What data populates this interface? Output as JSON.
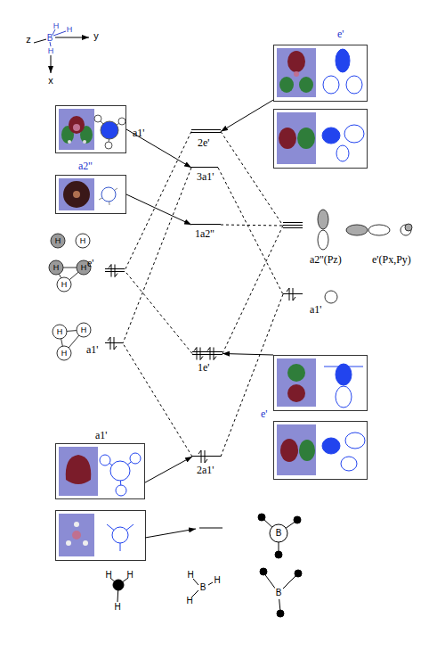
{
  "diagram": {
    "nodes": [
      {
        "text": [
          "e'"
        ]
      },
      {
        "text": [
          "a1'"
        ]
      },
      {
        "text": [
          "2e'"
        ]
      },
      {
        "text": [
          "3a1'"
        ]
      },
      {
        "text": [
          "a2''"
        ]
      },
      {
        "text": [
          "1a2''"
        ]
      },
      {
        "text": [
          "a2''(Pz)",
          "e'(Px,Py)"
        ]
      },
      {
        "text": [
          "e'"
        ]
      },
      {
        "text": [
          "a1'"
        ]
      },
      {
        "text": [
          "a1'"
        ]
      },
      {
        "text": [
          "1e'"
        ]
      },
      {
        "text": [
          "e'"
        ]
      },
      {
        "text": [
          "a1'"
        ]
      },
      {
        "text": [
          "2a1'"
        ]
      }
    ],
    "edges": [
      {
        "from": 0,
        "to": 2,
        "arrow": "to"
      },
      {
        "from": 1,
        "to": 3,
        "arrow": "to"
      },
      {
        "from": 4,
        "to": 5,
        "arrow": "to"
      },
      {
        "from": 11,
        "to": 10,
        "arrow": "to"
      },
      {
        "from": 12,
        "to": 13,
        "arrow": "to"
      },
      {
        "from": 2,
        "to": 7,
        "arrow": "none"
      },
      {
        "from": 2,
        "to": 6,
        "arrow": "none"
      },
      {
        "from": 5,
        "to": 6,
        "arrow": "none"
      },
      {
        "from": 3,
        "to": 9,
        "arrow": "none"
      },
      {
        "from": 3,
        "to": 8,
        "arrow": "none"
      },
      {
        "from": 10,
        "to": 7,
        "arrow": "none"
      },
      {
        "from": 10,
        "to": 6,
        "arrow": "none"
      },
      {
        "from": 13,
        "to": 9,
        "arrow": "none"
      },
      {
        "from": 13,
        "to": 8,
        "arrow": "none"
      }
    ],
    "labels": [
      "z",
      "y",
      "x",
      "H",
      "H",
      "B",
      "H",
      "H",
      "H",
      "H",
      "H",
      "H",
      "H",
      "H",
      "H",
      "B",
      "H",
      "H",
      "H",
      "H",
      "B",
      "H",
      "H",
      "B"
    ]
  }
}
